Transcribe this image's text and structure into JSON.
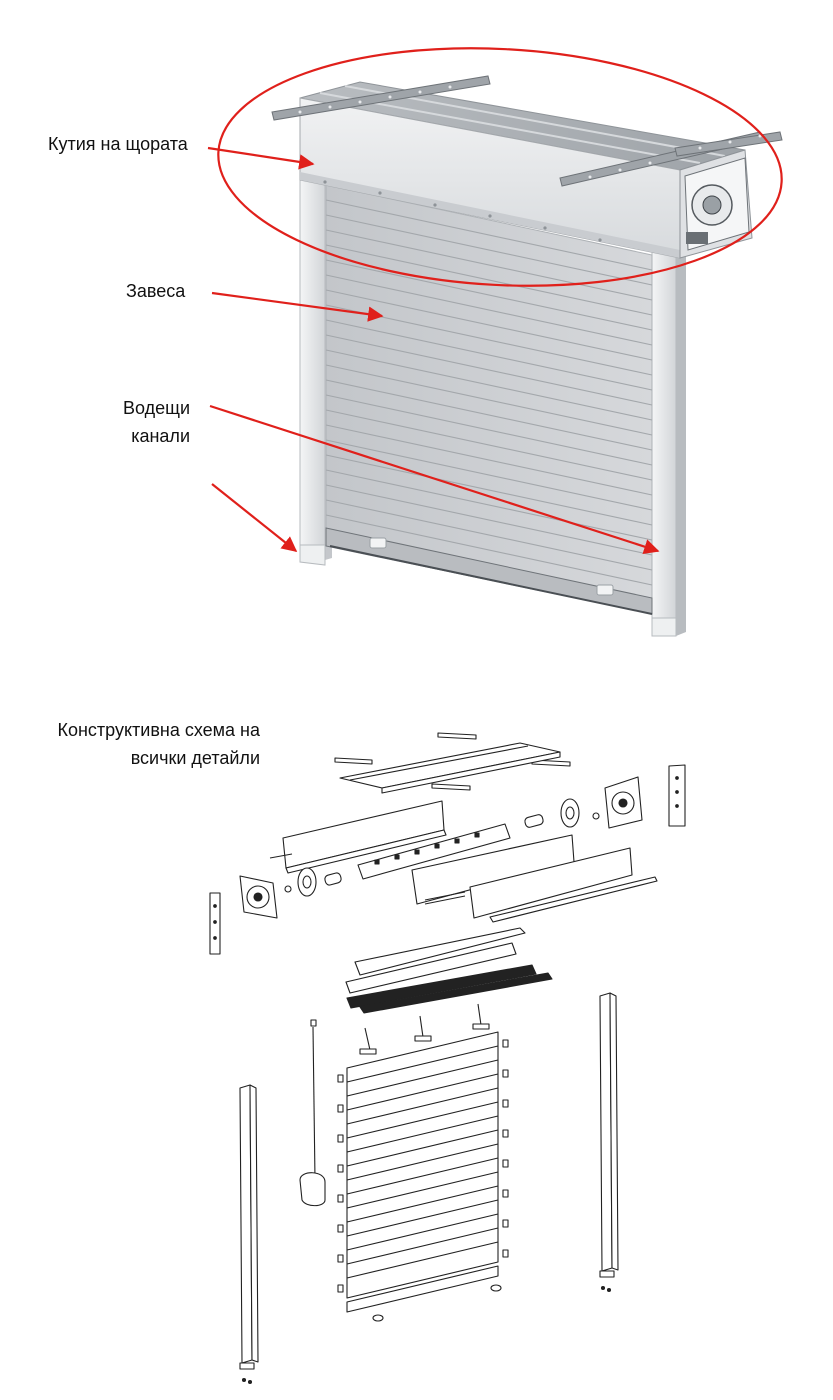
{
  "labels": {
    "box": "Кутия на щората",
    "curtain": "Завеса",
    "guides_line1": "Водещи",
    "guides_line2": "канали",
    "scheme_line1": "Конструктивна схема на",
    "scheme_line2": "всички детайли"
  },
  "colors": {
    "annotation": "#e0201b",
    "metal_light": "#e4e6e8",
    "metal_mid": "#c9ccd0",
    "metal_dark": "#8e9398",
    "line": "#222222"
  }
}
